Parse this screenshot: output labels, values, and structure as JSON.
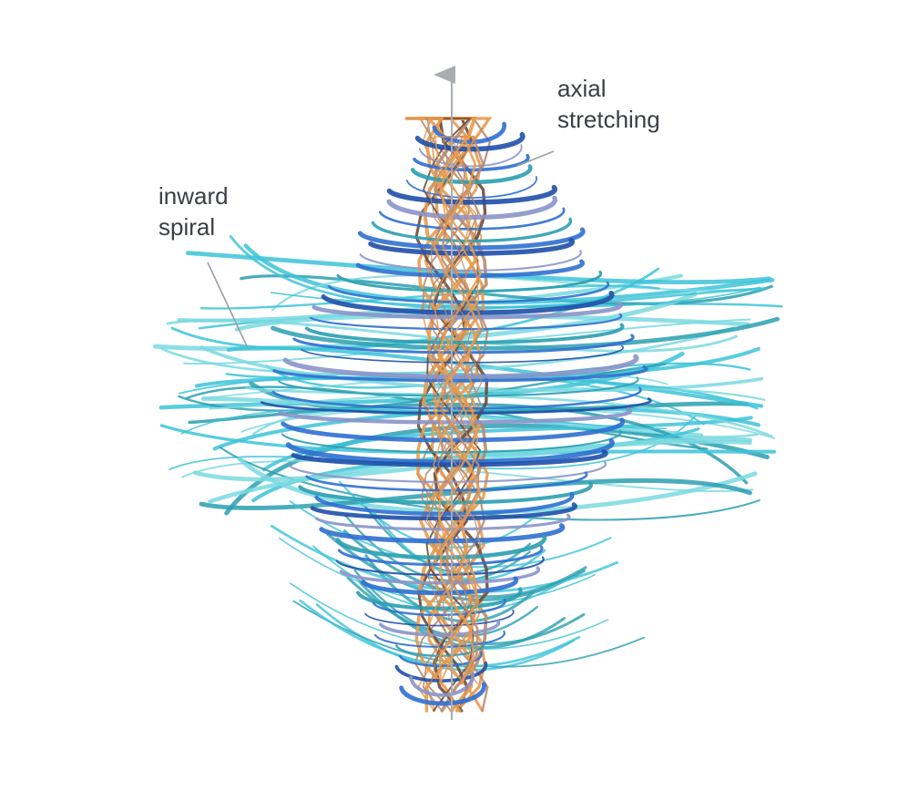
{
  "annotations": {
    "axial": {
      "line1": "axial",
      "line2": "stretching"
    },
    "inward": {
      "line1": "inward",
      "line2": "spiral"
    }
  },
  "colors": {
    "background": "#ffffff",
    "core_orange": "#e89a4e",
    "core_tan": "#b98b6e",
    "core_brown": "#6e4a3a",
    "mid_blue": "#2f6fd0",
    "deep_blue": "#1f4fa8",
    "lavender": "#8a93c9",
    "outer_cyan": "#3cc3d8",
    "pale_cyan": "#7ad9e0",
    "teal": "#2a9fb0",
    "axis": "#a9adb2",
    "label": "#3a3f45"
  }
}
